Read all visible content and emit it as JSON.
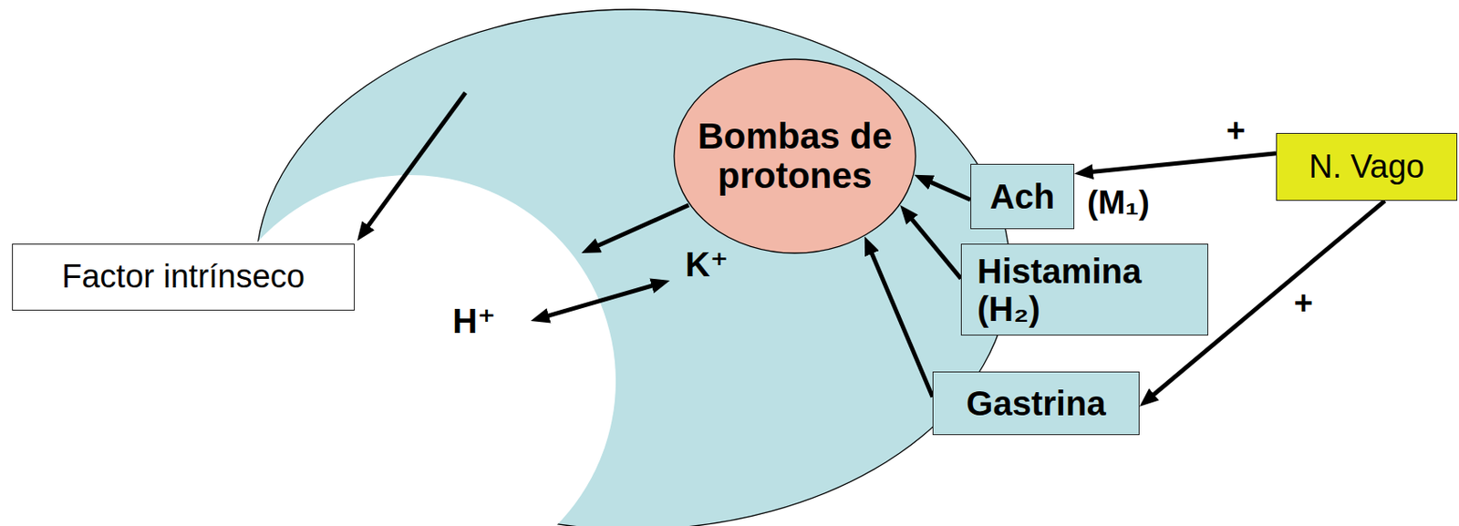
{
  "diagram": {
    "nodes": [
      {
        "text": [
          "Factor intrínseco"
        ]
      },
      {
        "text": [
          "Bombas de protones"
        ]
      },
      {
        "text": [
          "Ach"
        ]
      },
      {
        "text": [
          "Histamina (H₂)"
        ]
      },
      {
        "text": [
          "Gastrina"
        ]
      },
      {
        "text": [
          "N. Vago"
        ]
      }
    ],
    "edges": [
      {
        "from": 2,
        "to": 1,
        "arrow": "to"
      },
      {
        "from": 3,
        "to": 1,
        "arrow": "to"
      },
      {
        "from": 4,
        "to": 1,
        "arrow": "to"
      },
      {
        "from": 5,
        "to": 2,
        "arrow": "to",
        "label": "+"
      },
      {
        "from": 5,
        "to": 4,
        "arrow": "to",
        "label": "+"
      }
    ],
    "labels": [
      "(M₁)",
      "H⁺",
      "K⁺"
    ]
  }
}
